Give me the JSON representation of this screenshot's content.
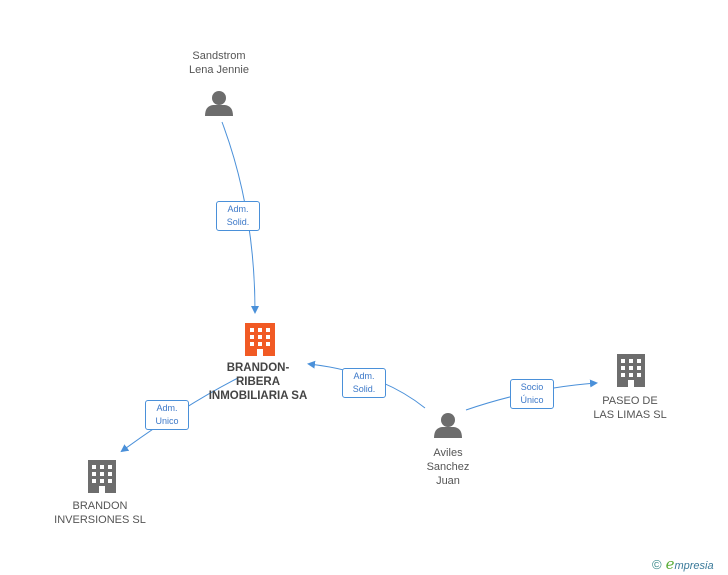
{
  "nodes": {
    "sandstrom": {
      "line1": "Sandstrom",
      "line2": "Lena Jennie",
      "icon": "person-icon"
    },
    "brandon_ribera": {
      "line1": "BRANDON-",
      "line2": "RIBERA",
      "line3": "INMOBILIARIA SA",
      "icon": "building-icon",
      "color": "#f15a24"
    },
    "aviles": {
      "line1": "Aviles",
      "line2": "Sanchez",
      "line3": "Juan",
      "icon": "person-icon"
    },
    "paseo": {
      "line1": "PASEO DE",
      "line2": "LAS LIMAS SL",
      "icon": "building-icon"
    },
    "brandon_inv": {
      "line1": "BRANDON",
      "line2": "INVERSIONES SL",
      "icon": "building-icon"
    }
  },
  "edges": {
    "sandstrom_to_brandon": {
      "line1": "Adm.",
      "line2": "Solid."
    },
    "aviles_to_brandon": {
      "line1": "Adm.",
      "line2": "Solid."
    },
    "brandon_to_inv": {
      "line1": "Adm.",
      "line2": "Unico"
    },
    "aviles_to_paseo": {
      "line1": "Socio",
      "line2": "Único"
    }
  },
  "branding": {
    "copyright": "©",
    "e": "e",
    "rest": "mpresia"
  },
  "colors": {
    "edge": "#4a90d9",
    "node_gray": "#6d6d6d",
    "main_building": "#f15a24"
  }
}
